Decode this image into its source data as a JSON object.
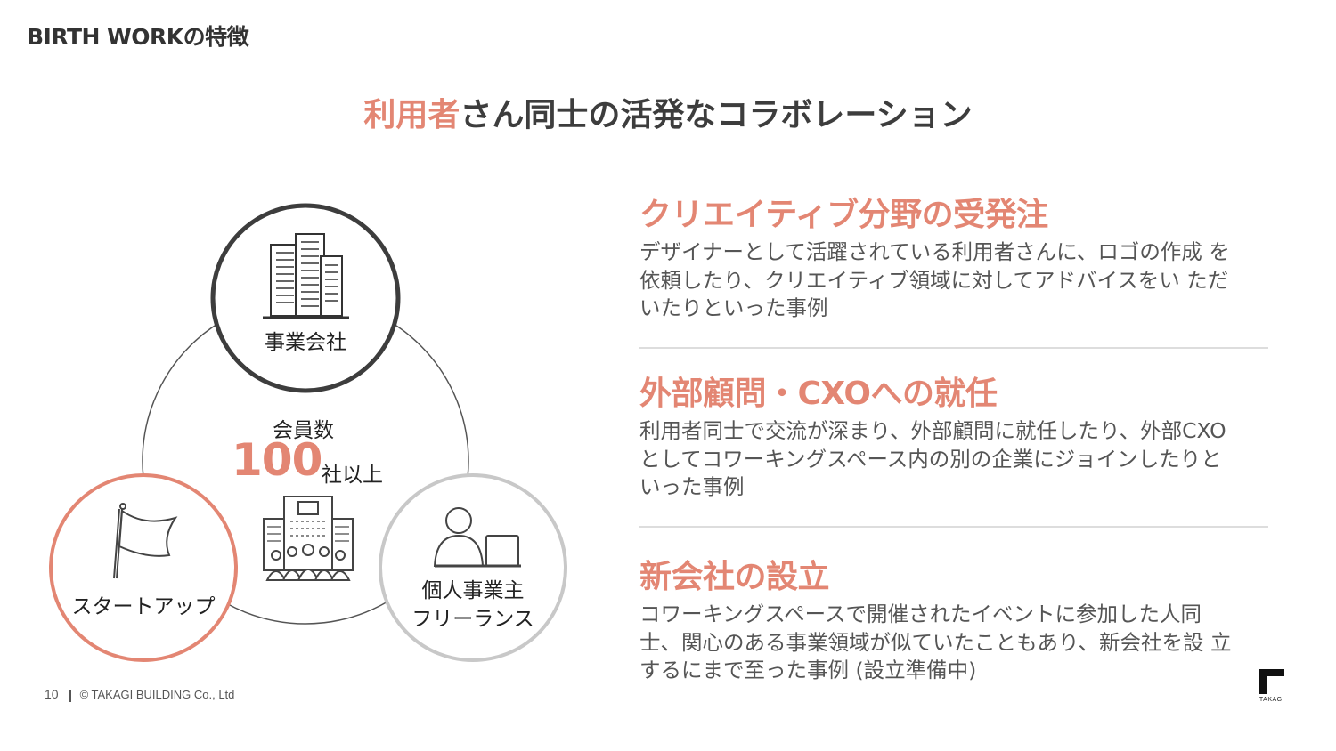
{
  "header": {
    "title": "BIRTH WORKの特徴"
  },
  "main_title": {
    "accent": "利用者",
    "rest": "さん同士の活発なコラボレーション"
  },
  "diagram": {
    "top_node": "事業会社",
    "center": {
      "label": "会員数",
      "number": "100",
      "suffix": "社以上"
    },
    "left_node": "スタートアップ",
    "right_node_line1": "個人事業主",
    "right_node_line2": "フリーランス",
    "colors": {
      "accent": "#e38673",
      "dark": "#3d3d3d",
      "light": "#c8c8c8"
    }
  },
  "sections": [
    {
      "heading": "クリエイティブ分野の受発注",
      "body": "デザイナーとして活躍されている利用者さんに、ロゴの作成 を依頼したり、クリエイティブ領域に対してアドバイスをい ただいたりといった事例"
    },
    {
      "heading": "外部顧問・CXOへの就任",
      "body": "利用者同士で交流が深まり、外部顧問に就任したり、外部CXOとしてコワーキングスペース内の別の企業にジョインしたりといった事例"
    },
    {
      "heading": "新会社の設立",
      "body": "コワーキングスペースで開催されたイベントに参加した人同 士、関心のある事業領域が似ていたこともあり、新会社を設 立するにまで至った事例 (設立準備中)"
    }
  ],
  "footer": {
    "page": "10",
    "copyright": "© TAKAGI BUILDING Co., Ltd"
  },
  "logo": {
    "text": "TAKAGI"
  }
}
